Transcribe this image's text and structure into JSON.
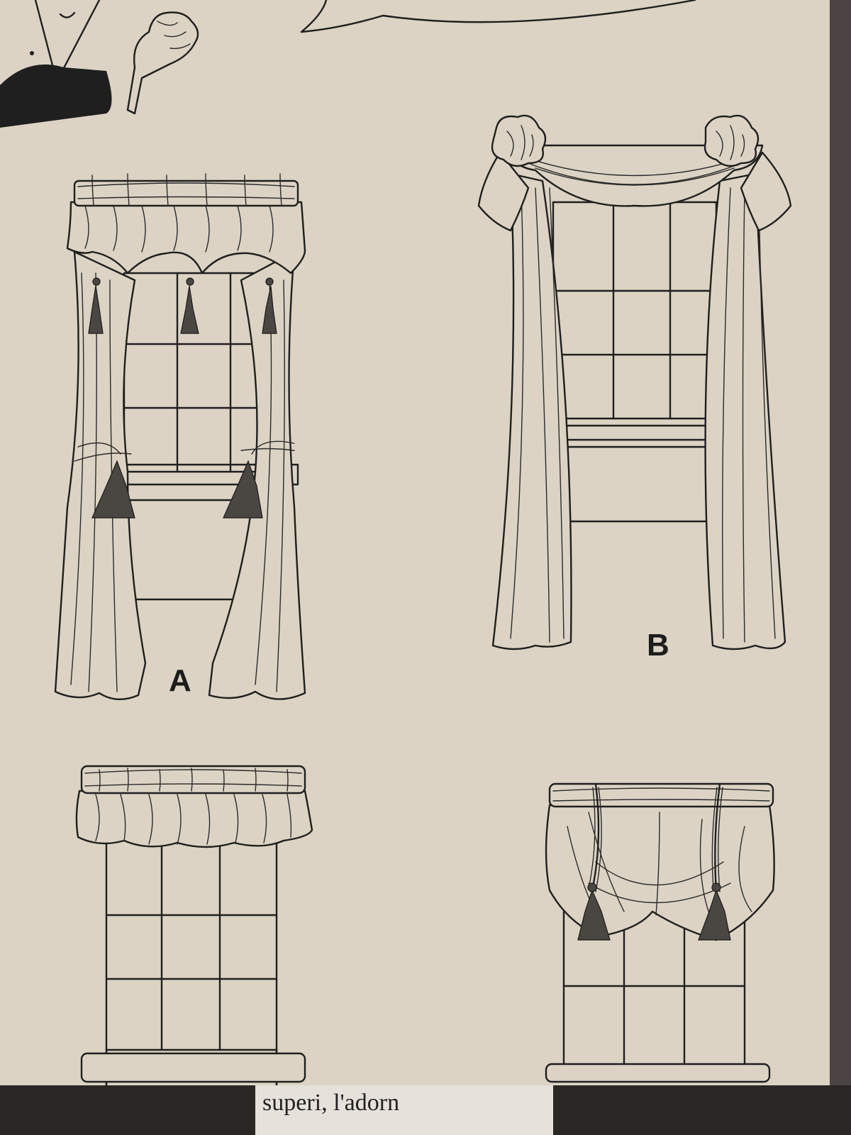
{
  "labels": {
    "view_a": "A",
    "view_b": "B"
  },
  "bottom_strip": {
    "visible_text": "superi, l'adorn"
  },
  "colors": {
    "paper": "#dcd3c4",
    "ink": "#1f1f1f",
    "tassel": "#4a4642"
  },
  "icons": [
    "cartoon-character-icon",
    "speech-bubble-icon"
  ]
}
